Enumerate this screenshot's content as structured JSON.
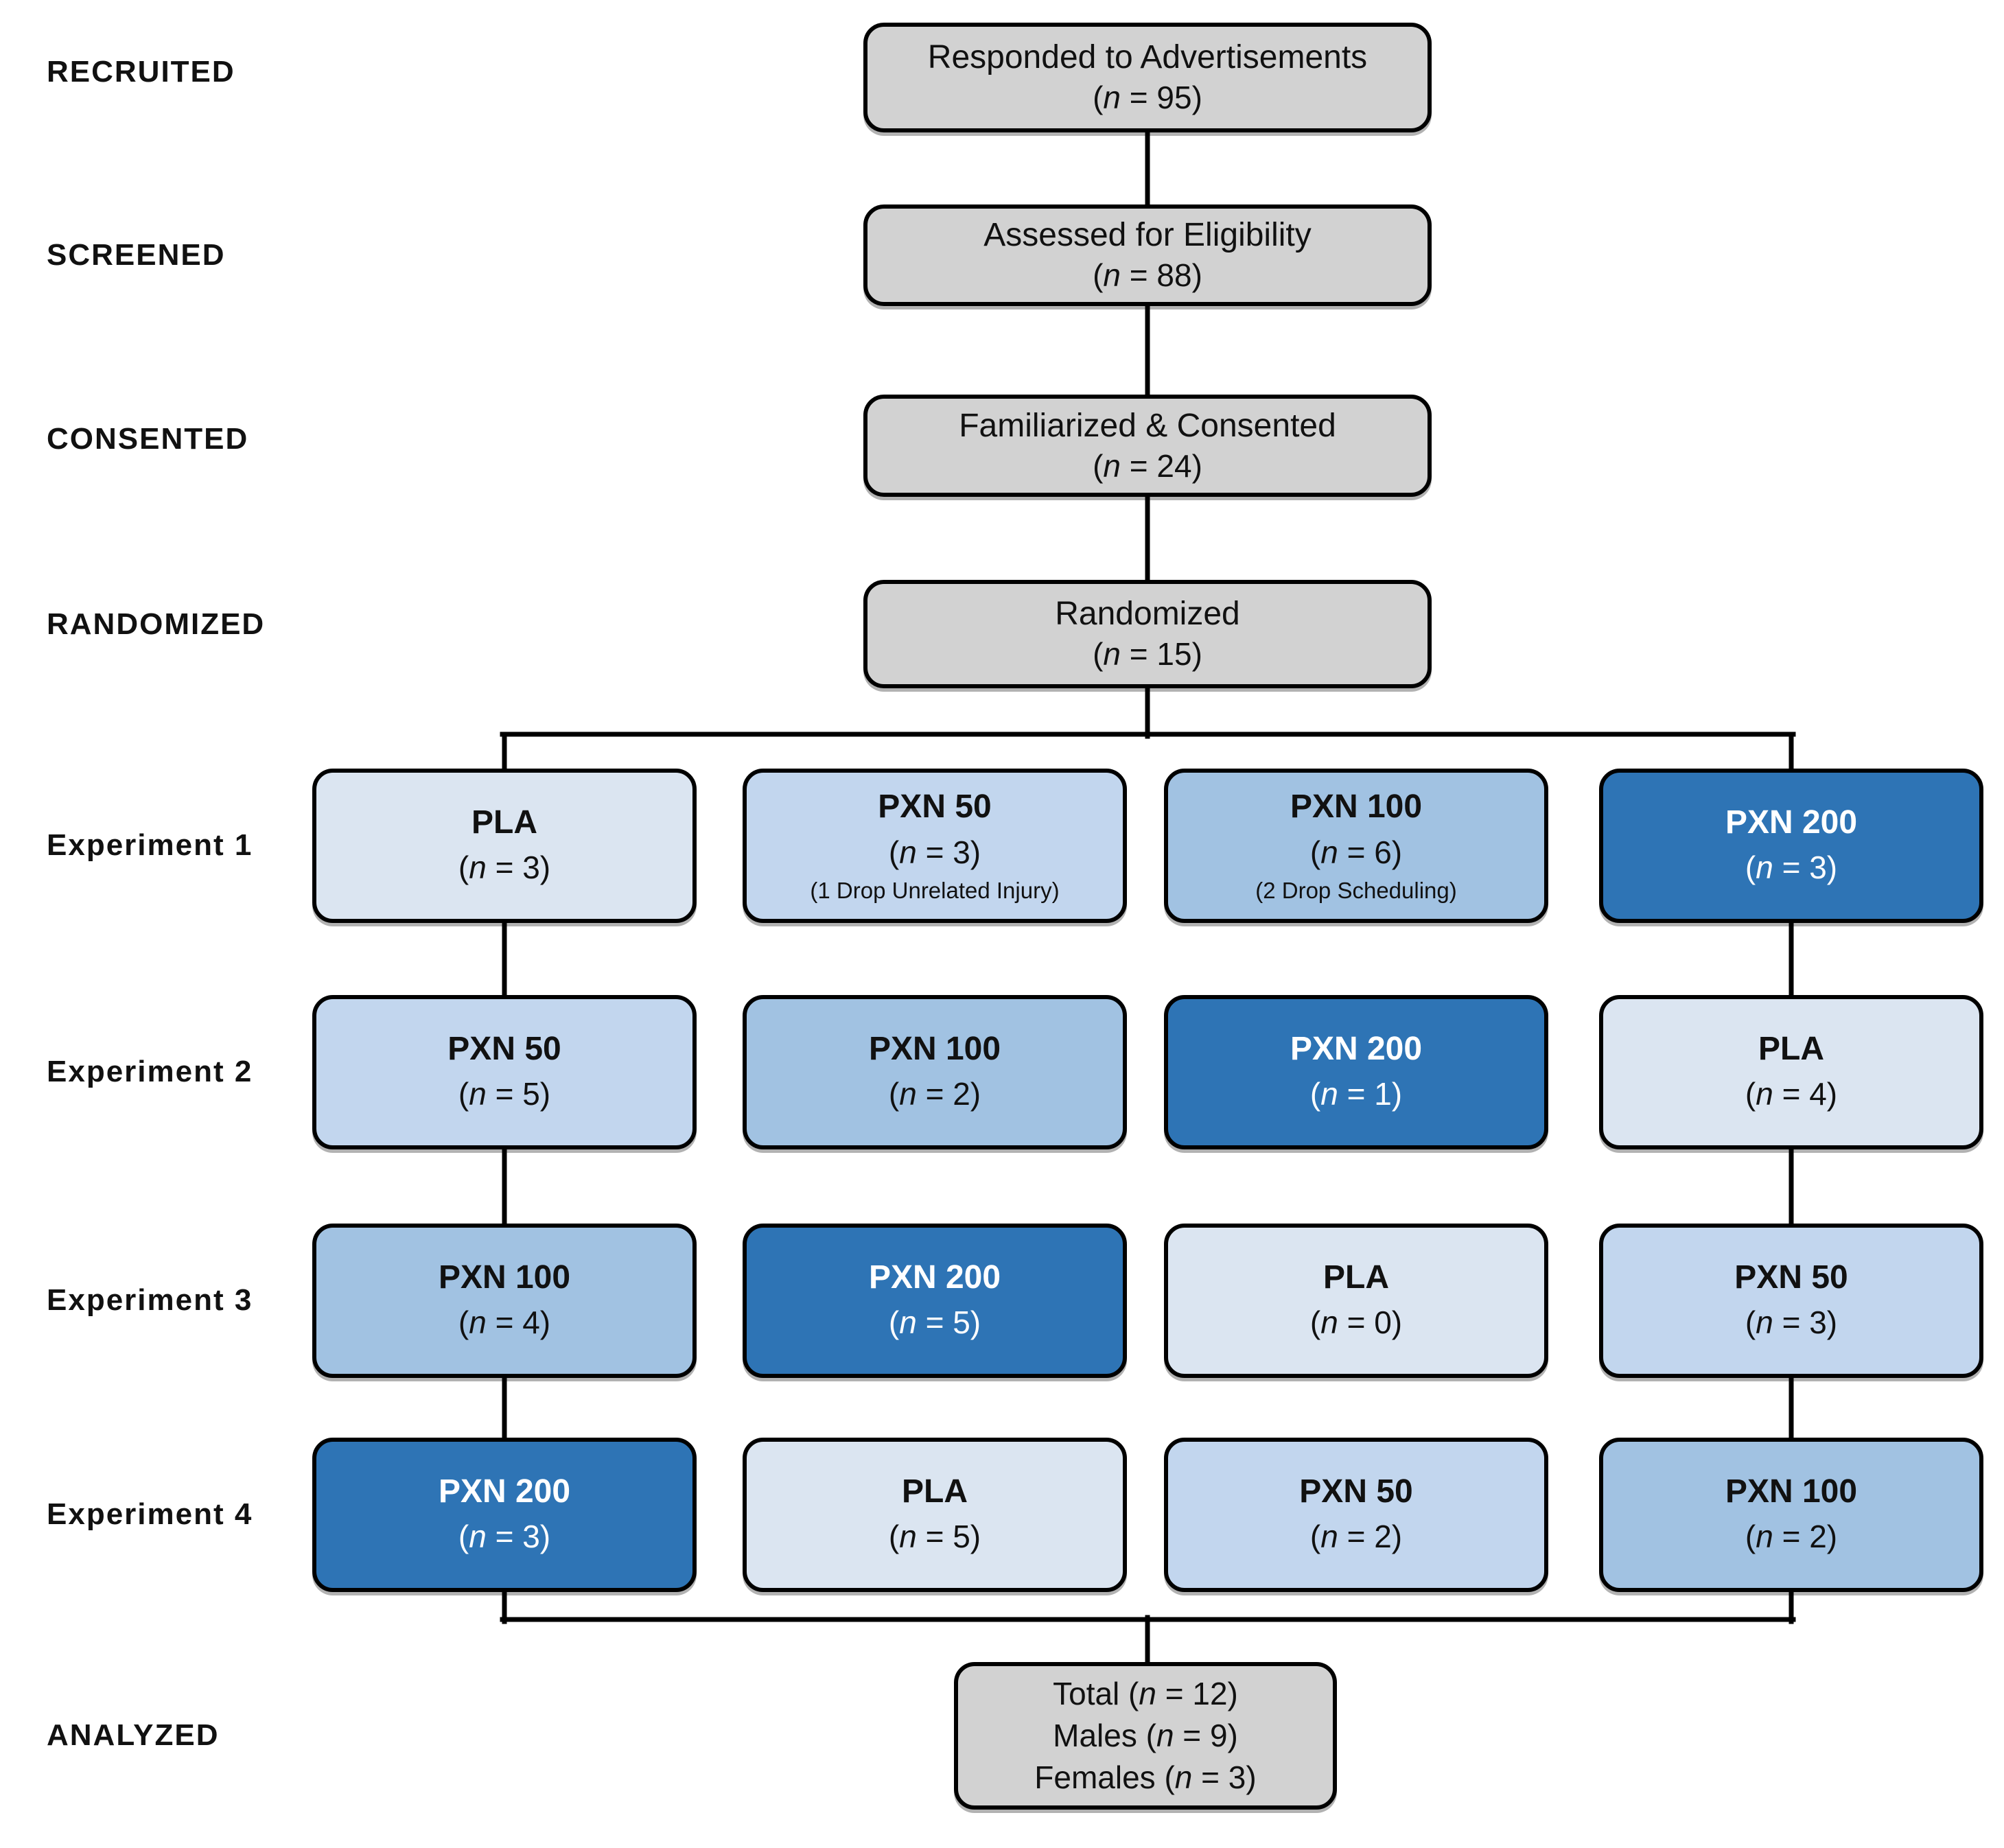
{
  "colors": {
    "background": "#ffffff",
    "line": "#000000",
    "box_border": "#000000",
    "stage_fill": "#d2d2d2",
    "treatment_fills": {
      "PLA": "#dbe5f1",
      "PXN 50": "#c2d6ee",
      "PXN 100": "#a1c2e2",
      "PXN 200": "#2e74b5"
    }
  },
  "funnel": [
    {
      "label": "RECRUITED",
      "title": "Responded to Advertisements",
      "n_text": "(n = 95)"
    },
    {
      "label": "SCREENED",
      "title": "Assessed for Eligibility",
      "n_text": "(n = 88)"
    },
    {
      "label": "CONSENTED",
      "title": "Familiarized & Consented",
      "n_text": "(n = 24)"
    },
    {
      "label": "RANDOMIZED",
      "title": "Randomized",
      "n_text": "(n = 15)"
    }
  ],
  "experiments": {
    "rows": [
      {
        "label": "Experiment 1",
        "boxes": [
          {
            "title": "PLA",
            "n_text": "(n = 3)",
            "bg": "#dbe5f1",
            "fg": "#111111"
          },
          {
            "title": "PXN 50",
            "n_text": "(n = 3)",
            "note": "(1 Drop Unrelated Injury)",
            "bg": "#c2d6ee",
            "fg": "#111111"
          },
          {
            "title": "PXN 100",
            "n_text": "(n = 6)",
            "note": "(2 Drop Scheduling)",
            "bg": "#a1c2e2",
            "fg": "#111111"
          },
          {
            "title": "PXN 200",
            "n_text": "(n = 3)",
            "bg": "#2e74b5",
            "fg": "#ffffff"
          }
        ]
      },
      {
        "label": "Experiment 2",
        "boxes": [
          {
            "title": "PXN 50",
            "n_text": "(n = 5)",
            "bg": "#c2d6ee",
            "fg": "#111111"
          },
          {
            "title": "PXN 100",
            "n_text": "(n = 2)",
            "bg": "#a1c2e2",
            "fg": "#111111"
          },
          {
            "title": "PXN 200",
            "n_text": "(n = 1)",
            "bg": "#2e74b5",
            "fg": "#ffffff"
          },
          {
            "title": "PLA",
            "n_text": "(n = 4)",
            "bg": "#dbe5f1",
            "fg": "#111111"
          }
        ]
      },
      {
        "label": "Experiment 3",
        "boxes": [
          {
            "title": "PXN 100",
            "n_text": "(n = 4)",
            "bg": "#a1c2e2",
            "fg": "#111111"
          },
          {
            "title": "PXN 200",
            "n_text": "(n = 5)",
            "bg": "#2e74b5",
            "fg": "#ffffff"
          },
          {
            "title": "PLA",
            "n_text": "(n = 0)",
            "bg": "#dbe5f1",
            "fg": "#111111"
          },
          {
            "title": "PXN 50",
            "n_text": "(n = 3)",
            "bg": "#c2d6ee",
            "fg": "#111111"
          }
        ]
      },
      {
        "label": "Experiment 4",
        "boxes": [
          {
            "title": "PXN 200",
            "n_text": "(n = 3)",
            "bg": "#2e74b5",
            "fg": "#ffffff"
          },
          {
            "title": "PLA",
            "n_text": "(n = 5)",
            "bg": "#dbe5f1",
            "fg": "#111111"
          },
          {
            "title": "PXN 50",
            "n_text": "(n = 2)",
            "bg": "#c2d6ee",
            "fg": "#111111"
          },
          {
            "title": "PXN 100",
            "n_text": "(n = 2)",
            "bg": "#a1c2e2",
            "fg": "#111111"
          }
        ]
      }
    ]
  },
  "analyzed": {
    "label": "ANALYZED",
    "lines": [
      "Total (n = 12)",
      "Males (n = 9)",
      "Females (n = 3)"
    ]
  }
}
